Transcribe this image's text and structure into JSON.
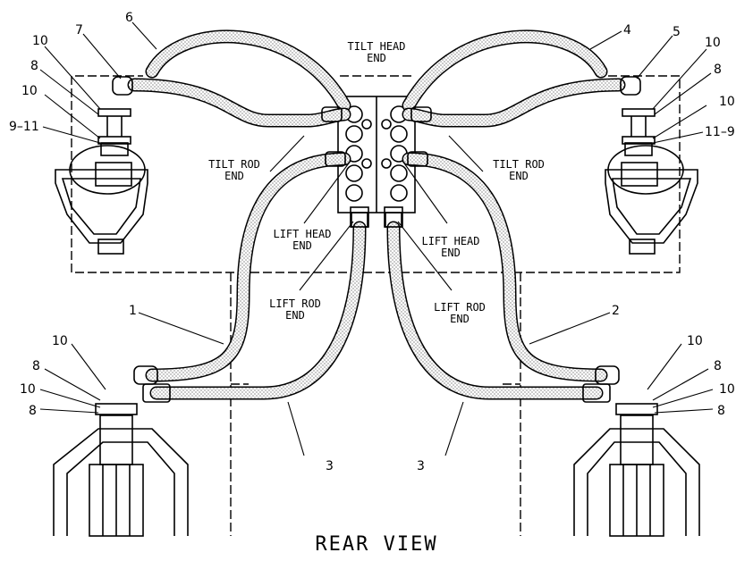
{
  "caption": "REAR VIEW",
  "labels": {
    "tilt_head_end_1": "TILT HEAD",
    "tilt_head_end_2": "END",
    "tilt_rod_end_left_1": "TILT ROD",
    "tilt_rod_end_left_2": "END",
    "tilt_rod_end_right_1": "TILT ROD",
    "tilt_rod_end_right_2": "END",
    "lift_head_end_left_1": "LIFT HEAD",
    "lift_head_end_left_2": "END",
    "lift_head_end_right_1": "LIFT HEAD",
    "lift_head_end_right_2": "END",
    "lift_rod_end_left_1": "LIFT ROD",
    "lift_rod_end_left_2": "END",
    "lift_rod_end_right_1": "LIFT ROD",
    "lift_rod_end_right_2": "END"
  },
  "callouts": {
    "c1": "1",
    "c2": "2",
    "c3_left": "3",
    "c3_right": "3",
    "c4": "4",
    "c5": "5",
    "c6": "6",
    "c7": "7",
    "c10_tl_a": "10",
    "c8_tl": "8",
    "c10_tl_b": "10",
    "c9_11": "9–11",
    "c10_tr_a": "10",
    "c8_tr": "8",
    "c10_tr_b": "10",
    "c11_9": "11–9",
    "c10_bl_a": "10",
    "c8_bl_a": "8",
    "c10_bl_b": "10",
    "c8_bl_b": "8",
    "c10_br_a": "10",
    "c8_br_a": "8",
    "c10_br_b": "10",
    "c8_br_b": "8"
  }
}
